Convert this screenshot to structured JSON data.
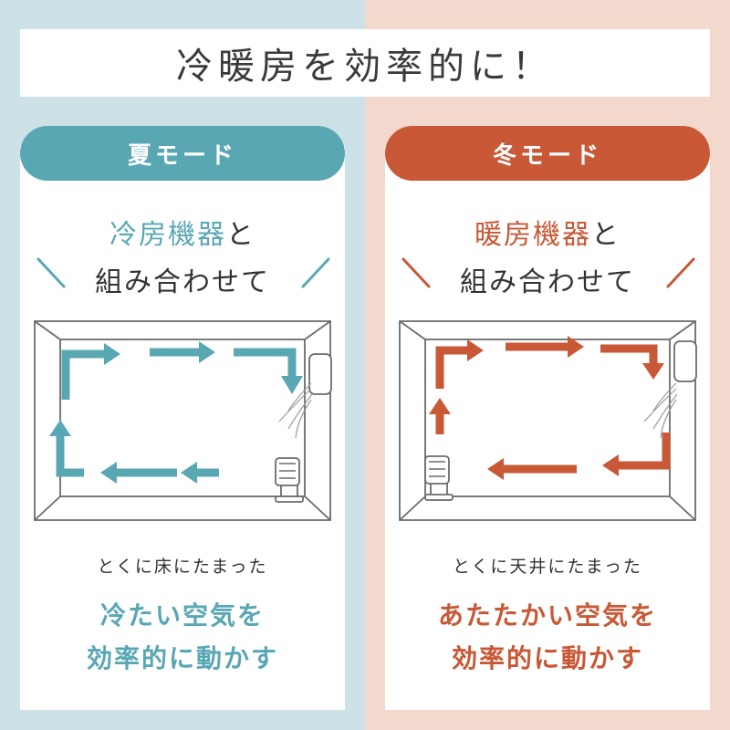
{
  "title": "冷暖房を効率的に！",
  "colors": {
    "teal": "#5aa7b4",
    "orange": "#c85836",
    "left_bg": "#cde2e7",
    "right_bg": "#f3d8cd"
  },
  "summer": {
    "badge": "夏モード",
    "heading_colored": "冷房機器",
    "heading_suffix": "と",
    "heading_line2": "組み合わせて",
    "subtitle": "とくに床にたまった",
    "emphasis_line1": "冷たい空気を",
    "emphasis_line2": "効率的に動かす"
  },
  "winter": {
    "badge": "冬モード",
    "heading_colored": "暖房機器",
    "heading_suffix": "と",
    "heading_line2": "組み合わせて",
    "subtitle": "とくに天井にたまった",
    "emphasis_line1": "あたたかい空気を",
    "emphasis_line2": "効率的に動かす"
  }
}
